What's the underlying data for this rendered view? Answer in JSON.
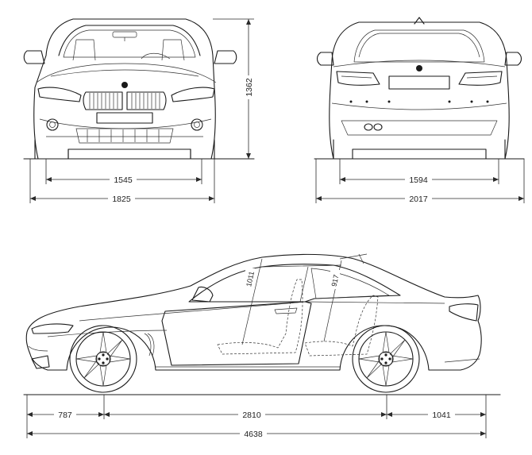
{
  "front_view": {
    "track_width": "1545",
    "overall_width": "1825",
    "overall_height": "1362"
  },
  "rear_view": {
    "track_width": "1594",
    "width_with_mirrors": "2017"
  },
  "side_view": {
    "front_overhang": "787",
    "wheelbase": "2810",
    "rear_overhang": "1041",
    "overall_length": "4638",
    "front_headroom": "1011",
    "rear_headroom": "917"
  }
}
